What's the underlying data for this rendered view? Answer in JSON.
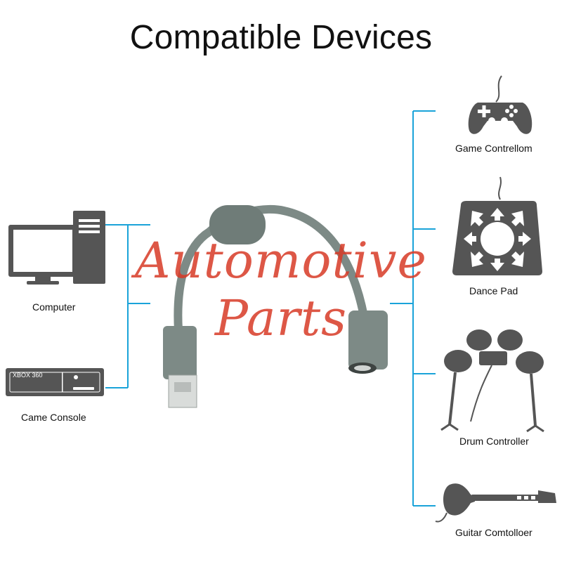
{
  "title": "Compatible Devices",
  "devices": {
    "computer": "Computer",
    "console": "Came Console",
    "console_badge": "XBOX 360",
    "game_controller": "Game Contrellom",
    "dance_pad": "Dance Pad",
    "drum_controller": "Drum Controller",
    "guitar_controller": "Guitar Comtolloer"
  },
  "watermark": "Automotive Parts",
  "colors": {
    "connector_line": "#1aa3d9",
    "icon": "#555555",
    "cable": "#7d8a86",
    "watermark": "#d83a26"
  }
}
